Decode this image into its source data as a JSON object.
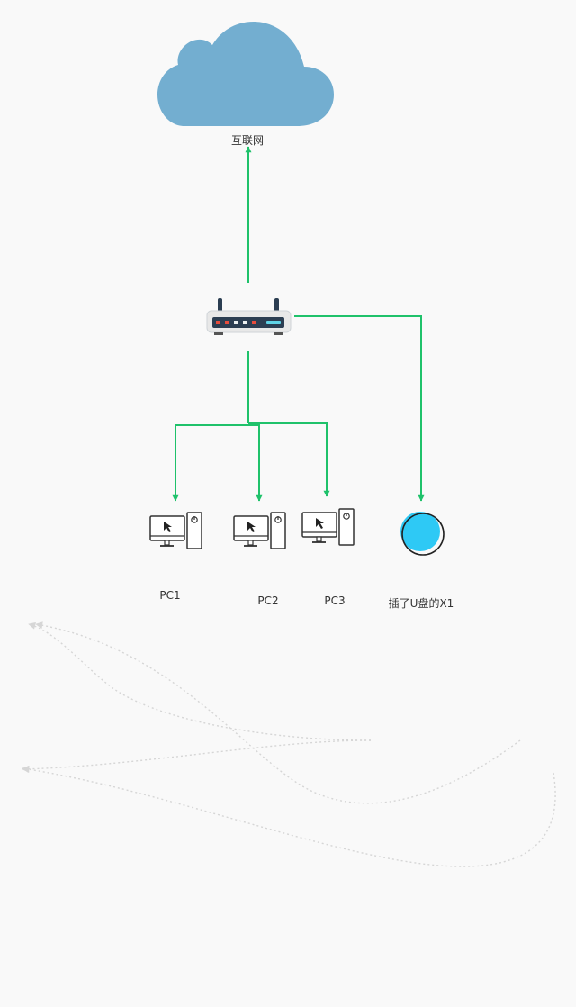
{
  "colors": {
    "background": "#f9f9f9",
    "connector": "#1fc26b",
    "cloud": "#73aed0",
    "usb": "#2ec9f5",
    "label_text": "#333333",
    "faint_curve": "#d6d6d6"
  },
  "nodes": {
    "internet": {
      "label": "互联网",
      "icon": "cloud-icon"
    },
    "router": {
      "label": "",
      "icon": "router-icon"
    },
    "pc1": {
      "label": "PC1",
      "icon": "desktop-computer-icon"
    },
    "pc2": {
      "label": "PC2",
      "icon": "desktop-computer-icon"
    },
    "pc3": {
      "label": "PC3",
      "icon": "desktop-computer-icon"
    },
    "x1": {
      "label": "插了U盘的X1",
      "icon": "usb-disk-icon"
    }
  },
  "edges": [
    {
      "from": "router",
      "to": "internet"
    },
    {
      "from": "router",
      "to": "pc1"
    },
    {
      "from": "router",
      "to": "pc2"
    },
    {
      "from": "router",
      "to": "pc3"
    },
    {
      "from": "router",
      "to": "x1"
    }
  ]
}
